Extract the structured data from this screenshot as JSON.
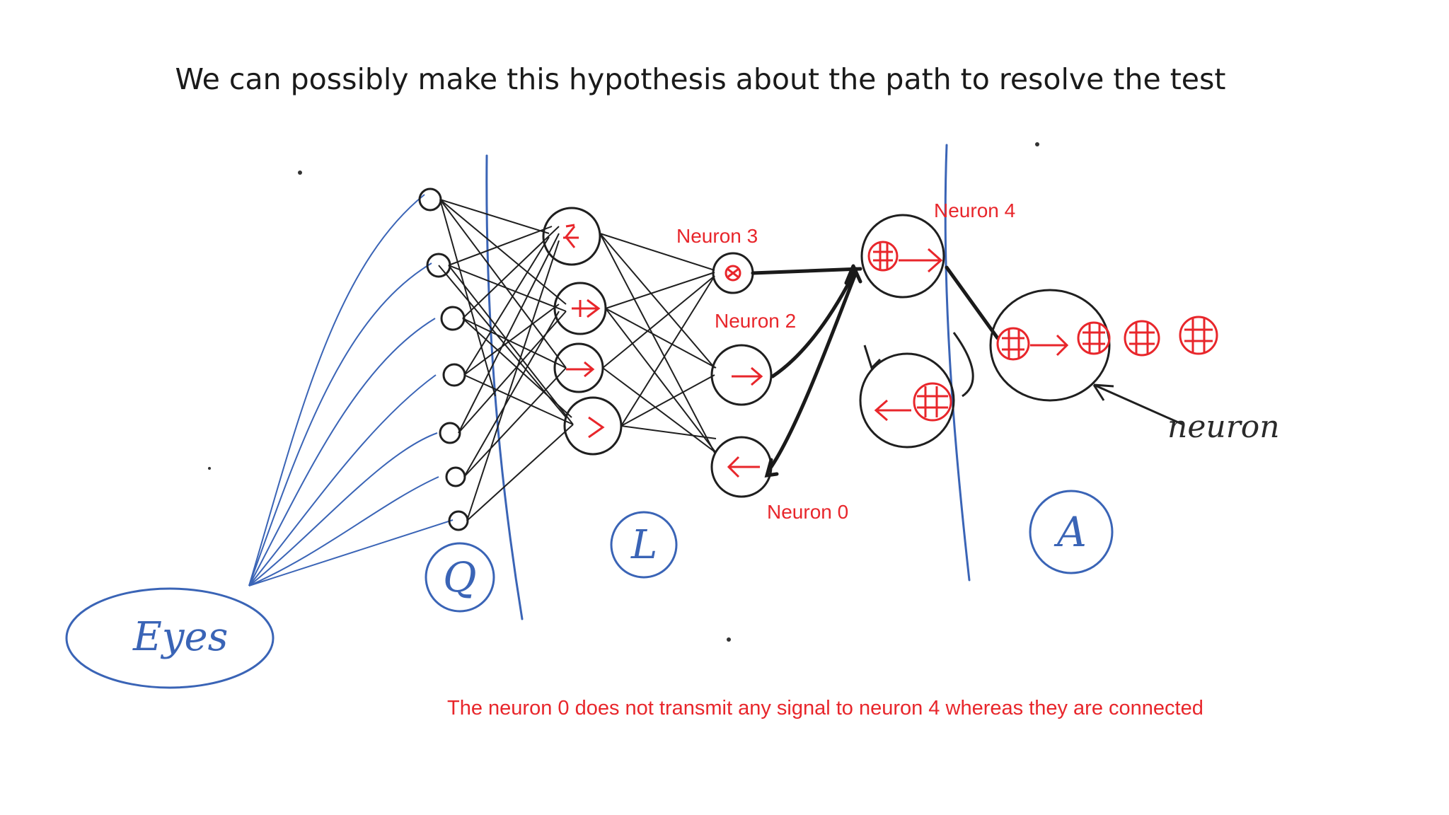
{
  "title": "We can possibly make this hypothesis about the path to resolve the test",
  "caption": "The neuron 0 does not transmit any signal to neuron 4 whereas they are connected",
  "labels": {
    "neuron3": "Neuron 3",
    "neuron2": "Neuron 2",
    "neuron0": "Neuron 0",
    "neuron4": "Neuron 4",
    "neuron_hand": "neuron",
    "eyes": "Eyes",
    "layer_q": "Q",
    "layer_l": "L",
    "layer_a": "A"
  },
  "colors": {
    "ink_black": "#1f1f1f",
    "ink_blue": "#3a64b6",
    "ink_red": "#e8262b"
  }
}
